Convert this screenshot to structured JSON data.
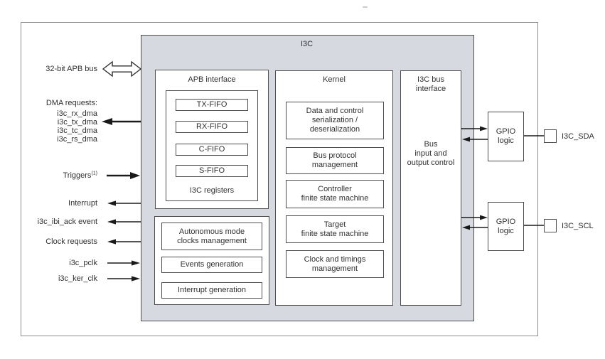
{
  "diagram": {
    "title": "I3C",
    "colors": {
      "block_fill": "#d6dae0",
      "box_border": "#4d4d4d",
      "outer_border": "#8c8c8c",
      "arrow": "#1a1a1a"
    }
  },
  "left_signals": {
    "apb_bus": "32-bit APB bus",
    "dma_heading": "DMA requests:",
    "dma_lines": [
      "i3c_rx_dma",
      "i3c_tx_dma",
      "i3c_tc_dma",
      "i3c_rs_dma"
    ],
    "triggers": "Triggers",
    "triggers_sup": "(1)",
    "interrupt": "Interrupt",
    "ibi_ack": "i3c_ibi_ack event",
    "clock_requests": "Clock requests",
    "pclk": "i3c_pclk",
    "ker_clk": "i3c_ker_clk"
  },
  "apb_interface": {
    "title": "APB interface",
    "fifos": [
      "TX-FIFO",
      "RX-FIFO",
      "C-FIFO",
      "S-FIFO"
    ],
    "registers_label": "I3C registers"
  },
  "clocks_block": {
    "autonomous": "Autonomous mode\nclocks management",
    "events": "Events generation",
    "interrupt_gen": "Interrupt generation"
  },
  "kernel": {
    "title": "Kernel",
    "blocks": [
      "Data and control\nserialization /\ndeserialization",
      "Bus protocol\nmanagement",
      "Controller\nfinite state machine",
      "Target\nfinite state machine",
      "Clock and timings\nmanagement"
    ]
  },
  "bus_interface": {
    "title": "I3C bus\ninterface",
    "body": "Bus\ninput and\noutput control"
  },
  "gpio": {
    "label": "GPIO\nlogic"
  },
  "pads": {
    "sda": "I3C_SDA",
    "scl": "I3C_SCL"
  }
}
